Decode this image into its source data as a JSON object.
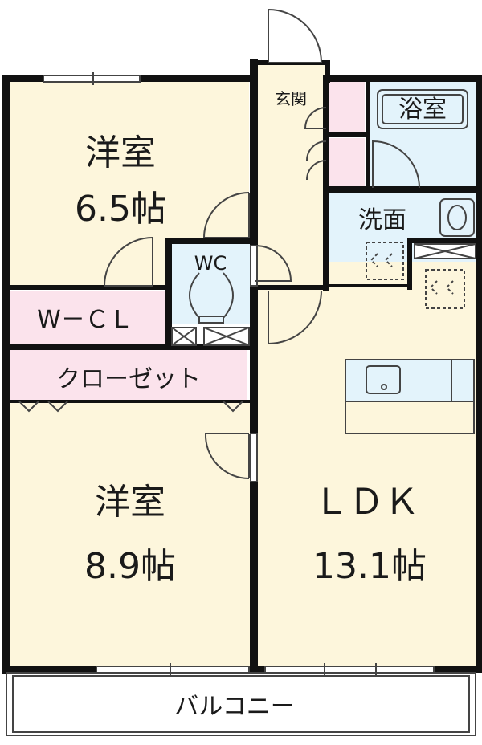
{
  "rooms": {
    "western_room_1": {
      "name": "洋室",
      "size": "6.5帖"
    },
    "western_room_2": {
      "name": "洋室",
      "size": "8.9帖"
    },
    "ldk": {
      "name": "ＬＤＫ",
      "size": "13.1帖"
    },
    "walk_in_closet": {
      "name": "W－ＣＬ"
    },
    "closet": {
      "name": "クローゼット"
    },
    "toilet": {
      "name": "WC"
    },
    "entrance": {
      "name": "玄関"
    },
    "bathroom": {
      "name": "浴室"
    },
    "washroom": {
      "name": "洗面"
    },
    "balcony": {
      "name": "バルコニー"
    }
  },
  "colors": {
    "room_fill": "#fdf6dc",
    "closet_fill": "#fbe3ec",
    "wet_area_fill": "#e3f3fb",
    "wall": "#111111",
    "line": "#444444"
  }
}
